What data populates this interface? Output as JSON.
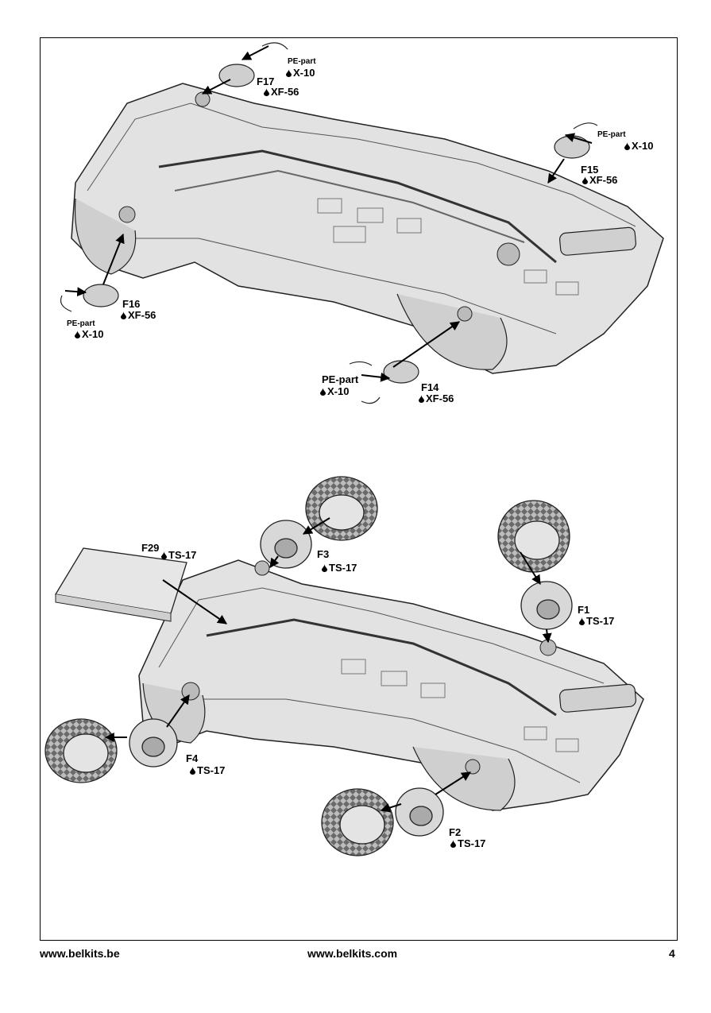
{
  "footer": {
    "left": "www.belkits.be",
    "center": "www.belkits.com",
    "page": "4"
  },
  "top": {
    "f17": {
      "part": "F17",
      "paint": "XF-56",
      "pe": "PE-part",
      "pe_paint": "X-10"
    },
    "f15": {
      "part": "F15",
      "paint": "XF-56",
      "pe": "PE-part",
      "pe_paint": "X-10"
    },
    "f16": {
      "part": "F16",
      "paint": "XF-56",
      "pe": "PE-part",
      "pe_paint": "X-10"
    },
    "f14": {
      "part": "F14",
      "paint": "XF-56",
      "pe": "PE-part",
      "pe_paint": "X-10"
    }
  },
  "bottom": {
    "f29": {
      "part": "F29",
      "paint": "TS-17"
    },
    "f3": {
      "part": "F3",
      "paint": "TS-17"
    },
    "f1": {
      "part": "F1",
      "paint": "TS-17"
    },
    "f4": {
      "part": "F4",
      "paint": "TS-17"
    },
    "f2": {
      "part": "F2",
      "paint": "TS-17"
    }
  },
  "icons": {
    "paint": "paint-drop-icon"
  }
}
